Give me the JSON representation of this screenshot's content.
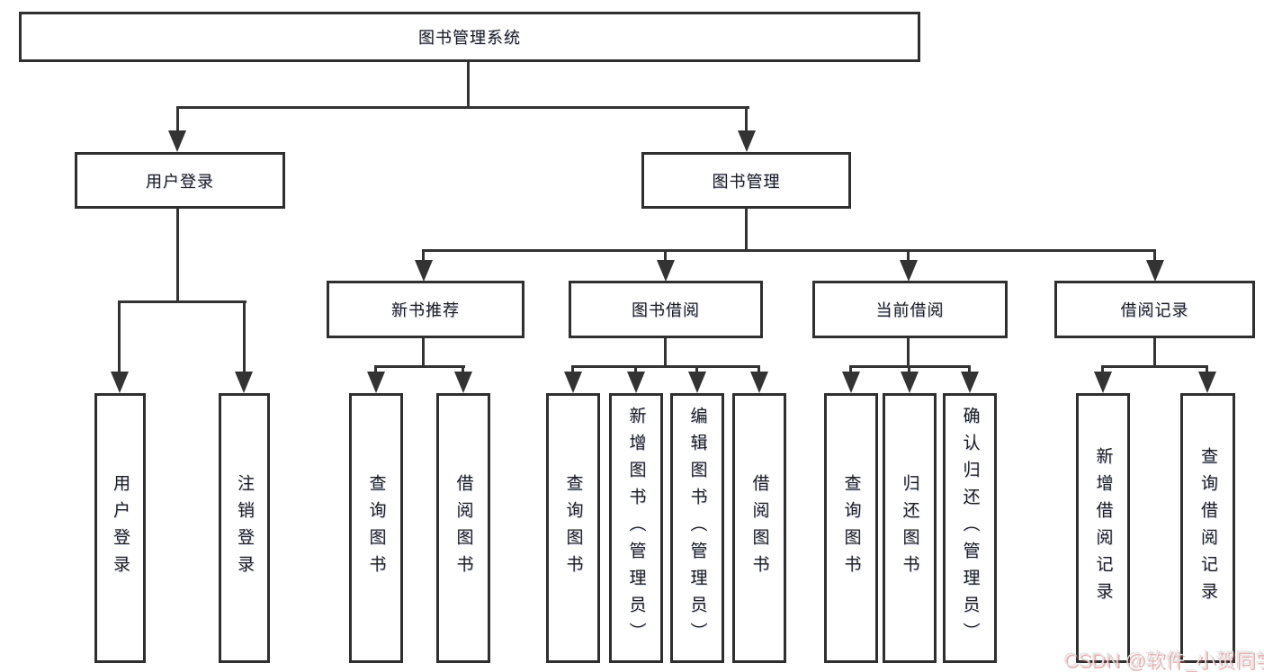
{
  "diagram": {
    "title": "图书管理系统",
    "root": {
      "label": "图书管理系统"
    },
    "branches": [
      {
        "label": "用户登录",
        "children": [
          {
            "label": "用户登录"
          },
          {
            "label": "注销登录"
          }
        ]
      },
      {
        "label": "图书管理",
        "groups": [
          {
            "label": "新书推荐",
            "children": [
              {
                "label": "查询图书"
              },
              {
                "label": "借阅图书"
              }
            ]
          },
          {
            "label": "图书借阅",
            "children": [
              {
                "label": "查询图书"
              },
              {
                "label": "新增图书（管理员）"
              },
              {
                "label": "编辑图书（管理员）"
              },
              {
                "label": "借阅图书"
              }
            ]
          },
          {
            "label": "当前借阅",
            "children": [
              {
                "label": "查询图书"
              },
              {
                "label": "归还图书"
              },
              {
                "label": "确认归还（管理员）"
              }
            ]
          },
          {
            "label": "借阅记录",
            "children": [
              {
                "label": "新增借阅记录"
              },
              {
                "label": "查询借阅记录"
              }
            ]
          }
        ]
      }
    ]
  },
  "watermark": {
    "text": "CSDN @软件_小贺同学"
  },
  "colors": {
    "background": "#ffffff",
    "line": "#333333",
    "box_border": "#2f2f2f",
    "text": "#1d1d1d",
    "watermark_text": "#e4e4e4",
    "watermark_shadow": "#cd5050"
  }
}
